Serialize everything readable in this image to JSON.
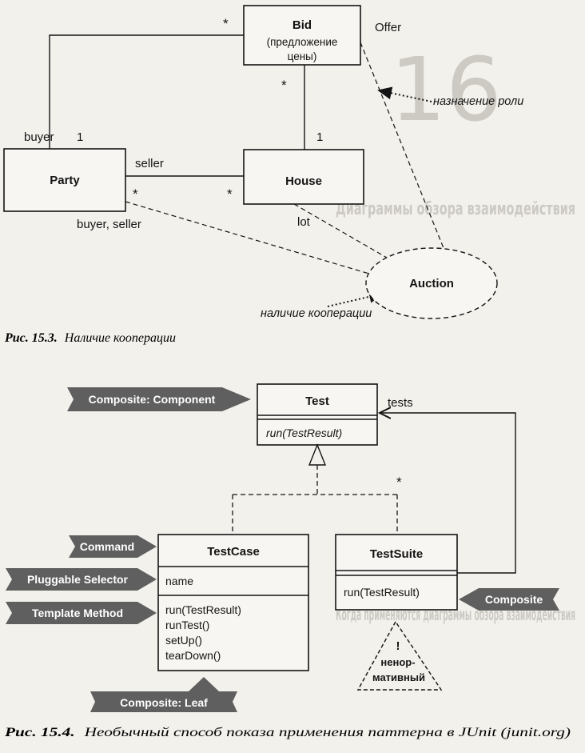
{
  "background_page": {
    "chapter_number": "16",
    "heading": "Диаграммы обзора взаимодействия",
    "subheading": "Когда применяются диаграммы обзора взаимодействия"
  },
  "figure_15_3": {
    "caption_number": "Рис. 15.3.",
    "caption_text": "Наличие кооперации",
    "classes": {
      "bid": {
        "name": "Bid",
        "subtitle_line1": "(предложение",
        "subtitle_line2": "цены)"
      },
      "party": {
        "name": "Party"
      },
      "house": {
        "name": "House"
      }
    },
    "collaboration": {
      "name": "Auction"
    },
    "labels": {
      "star_top": "*",
      "buyer": "buyer",
      "one_party": "1",
      "star_bid_house": "*",
      "one_house": "1",
      "seller": "seller",
      "star_party": "*",
      "star_house": "*",
      "buyer_seller": "buyer, seller",
      "lot": "lot",
      "offer": "Offer"
    },
    "notes": {
      "role": "назначение роли",
      "collab": "наличие кооперации"
    }
  },
  "figure_15_4": {
    "caption_number": "Рис. 15.4.",
    "caption_text": "Необычный способ показа применения паттерна в JUnit (junit.org)",
    "classes": {
      "test": {
        "name": "Test",
        "operation": "run(TestResult)"
      },
      "testcase": {
        "name": "TestCase",
        "attribute": "name",
        "operations": [
          "run(TestResult)",
          "runTest()",
          "setUp()",
          "tearDown()"
        ]
      },
      "testsuite": {
        "name": "TestSuite",
        "operation": "run(TestResult)"
      }
    },
    "labels": {
      "tests": "tests",
      "star": "*"
    },
    "pattern_flags": {
      "component": "Composite: Component",
      "command": "Command",
      "pluggable": "Pluggable Selector",
      "template": "Template Method",
      "composite": "Composite",
      "leaf": "Composite: Leaf"
    },
    "warning": {
      "mark": "!",
      "line1": "ненор-",
      "line2": "мативный"
    }
  },
  "colors": {
    "flag_fill": "#5f5f5f",
    "flag_text": "#ffffff",
    "ink": "#141414",
    "ghost_text": "#c9c6c0"
  }
}
